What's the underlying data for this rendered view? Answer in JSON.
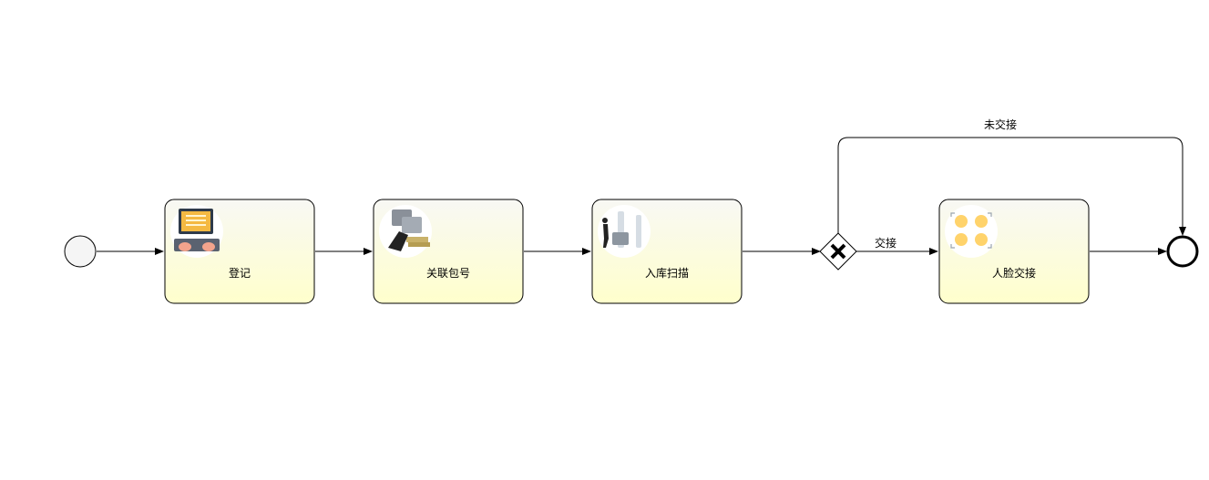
{
  "diagram": {
    "type": "bpmn-process",
    "start_event": {
      "kind": "start"
    },
    "end_event": {
      "kind": "end"
    },
    "tasks": [
      {
        "id": "t1",
        "label": "登记",
        "icon": "keyboard-monitor-icon"
      },
      {
        "id": "t2",
        "label": "关联包号",
        "icon": "money-bag-icon"
      },
      {
        "id": "t3",
        "label": "入库扫描",
        "icon": "warehouse-scan-icon"
      },
      {
        "id": "t4",
        "label": "人脸交接",
        "icon": "face-recognition-icon"
      }
    ],
    "gateway": {
      "kind": "exclusive",
      "icon": "x-gateway-icon"
    },
    "flows": [
      {
        "from": "start",
        "to": "t1",
        "label": ""
      },
      {
        "from": "t1",
        "to": "t2",
        "label": ""
      },
      {
        "from": "t2",
        "to": "t3",
        "label": ""
      },
      {
        "from": "t3",
        "to": "gateway",
        "label": ""
      },
      {
        "from": "gateway",
        "to": "t4",
        "label": "交接"
      },
      {
        "from": "gateway",
        "to": "end",
        "label": "未交接"
      },
      {
        "from": "t4",
        "to": "end",
        "label": ""
      }
    ],
    "colors": {
      "task_fill_top": "#f8f8f4",
      "task_fill_bottom": "#ffffcc",
      "stroke": "#000000",
      "start_fill": "#f5f5f5"
    }
  }
}
